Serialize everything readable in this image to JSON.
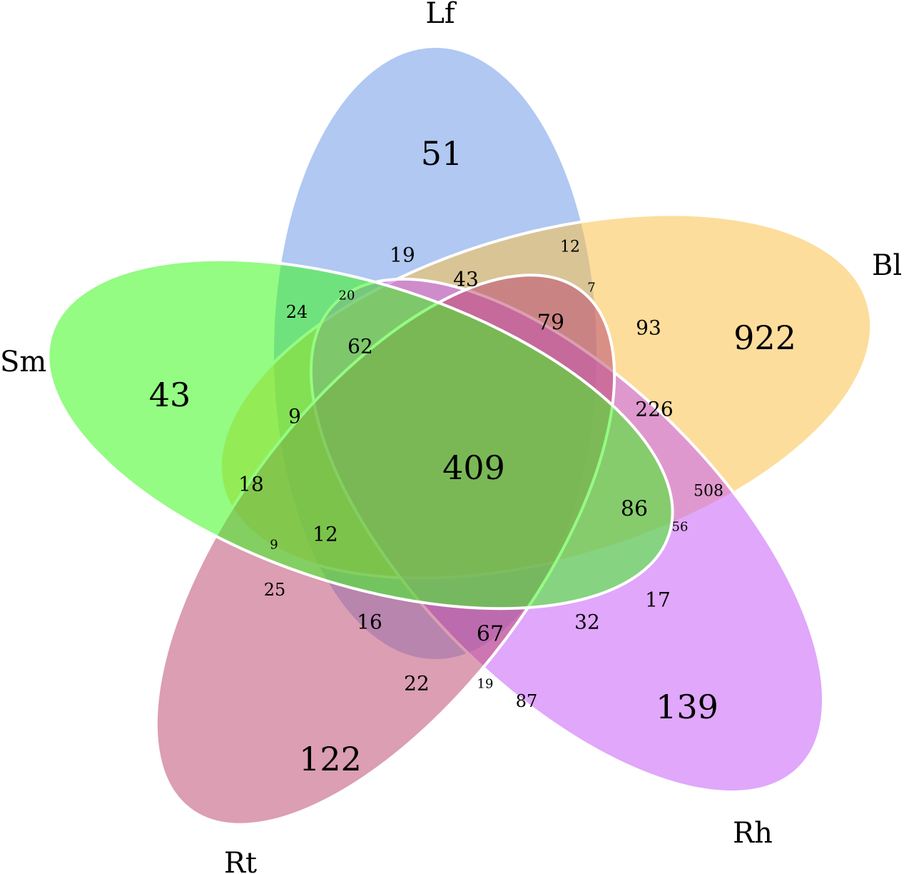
{
  "diagram": {
    "type": "venn-5",
    "sets": [
      {
        "key": "Lf",
        "label": "Lf",
        "color": "#6f9be8"
      },
      {
        "key": "Bl",
        "label": "Bl",
        "color": "#fcc14a"
      },
      {
        "key": "Rh",
        "label": "Rh",
        "color": "#c75ff7"
      },
      {
        "key": "Rt",
        "label": "Rt",
        "color": "#bd4f74"
      },
      {
        "key": "Sm",
        "label": "Sm",
        "color": "#3df81e"
      }
    ],
    "counts": {
      "lf_only": "51",
      "bl_only": "922",
      "sm_only": "43",
      "rt_only": "122",
      "rh_only": "139",
      "center": "409",
      "c19_top": "19",
      "c12_top": "12",
      "c43": "43",
      "c7": "7",
      "c20": "20",
      "c24": "24",
      "c62": "62",
      "c79": "79",
      "c93": "93",
      "c226": "226",
      "c9_left": "9",
      "c18": "18",
      "c508": "508",
      "c86": "86",
      "c56": "56",
      "c9_low": "9",
      "c12_low": "12",
      "c25": "25",
      "c16": "16",
      "c17": "17",
      "c67": "67",
      "c32": "32",
      "c22": "22",
      "c19_bottom": "19",
      "c87": "87"
    }
  }
}
